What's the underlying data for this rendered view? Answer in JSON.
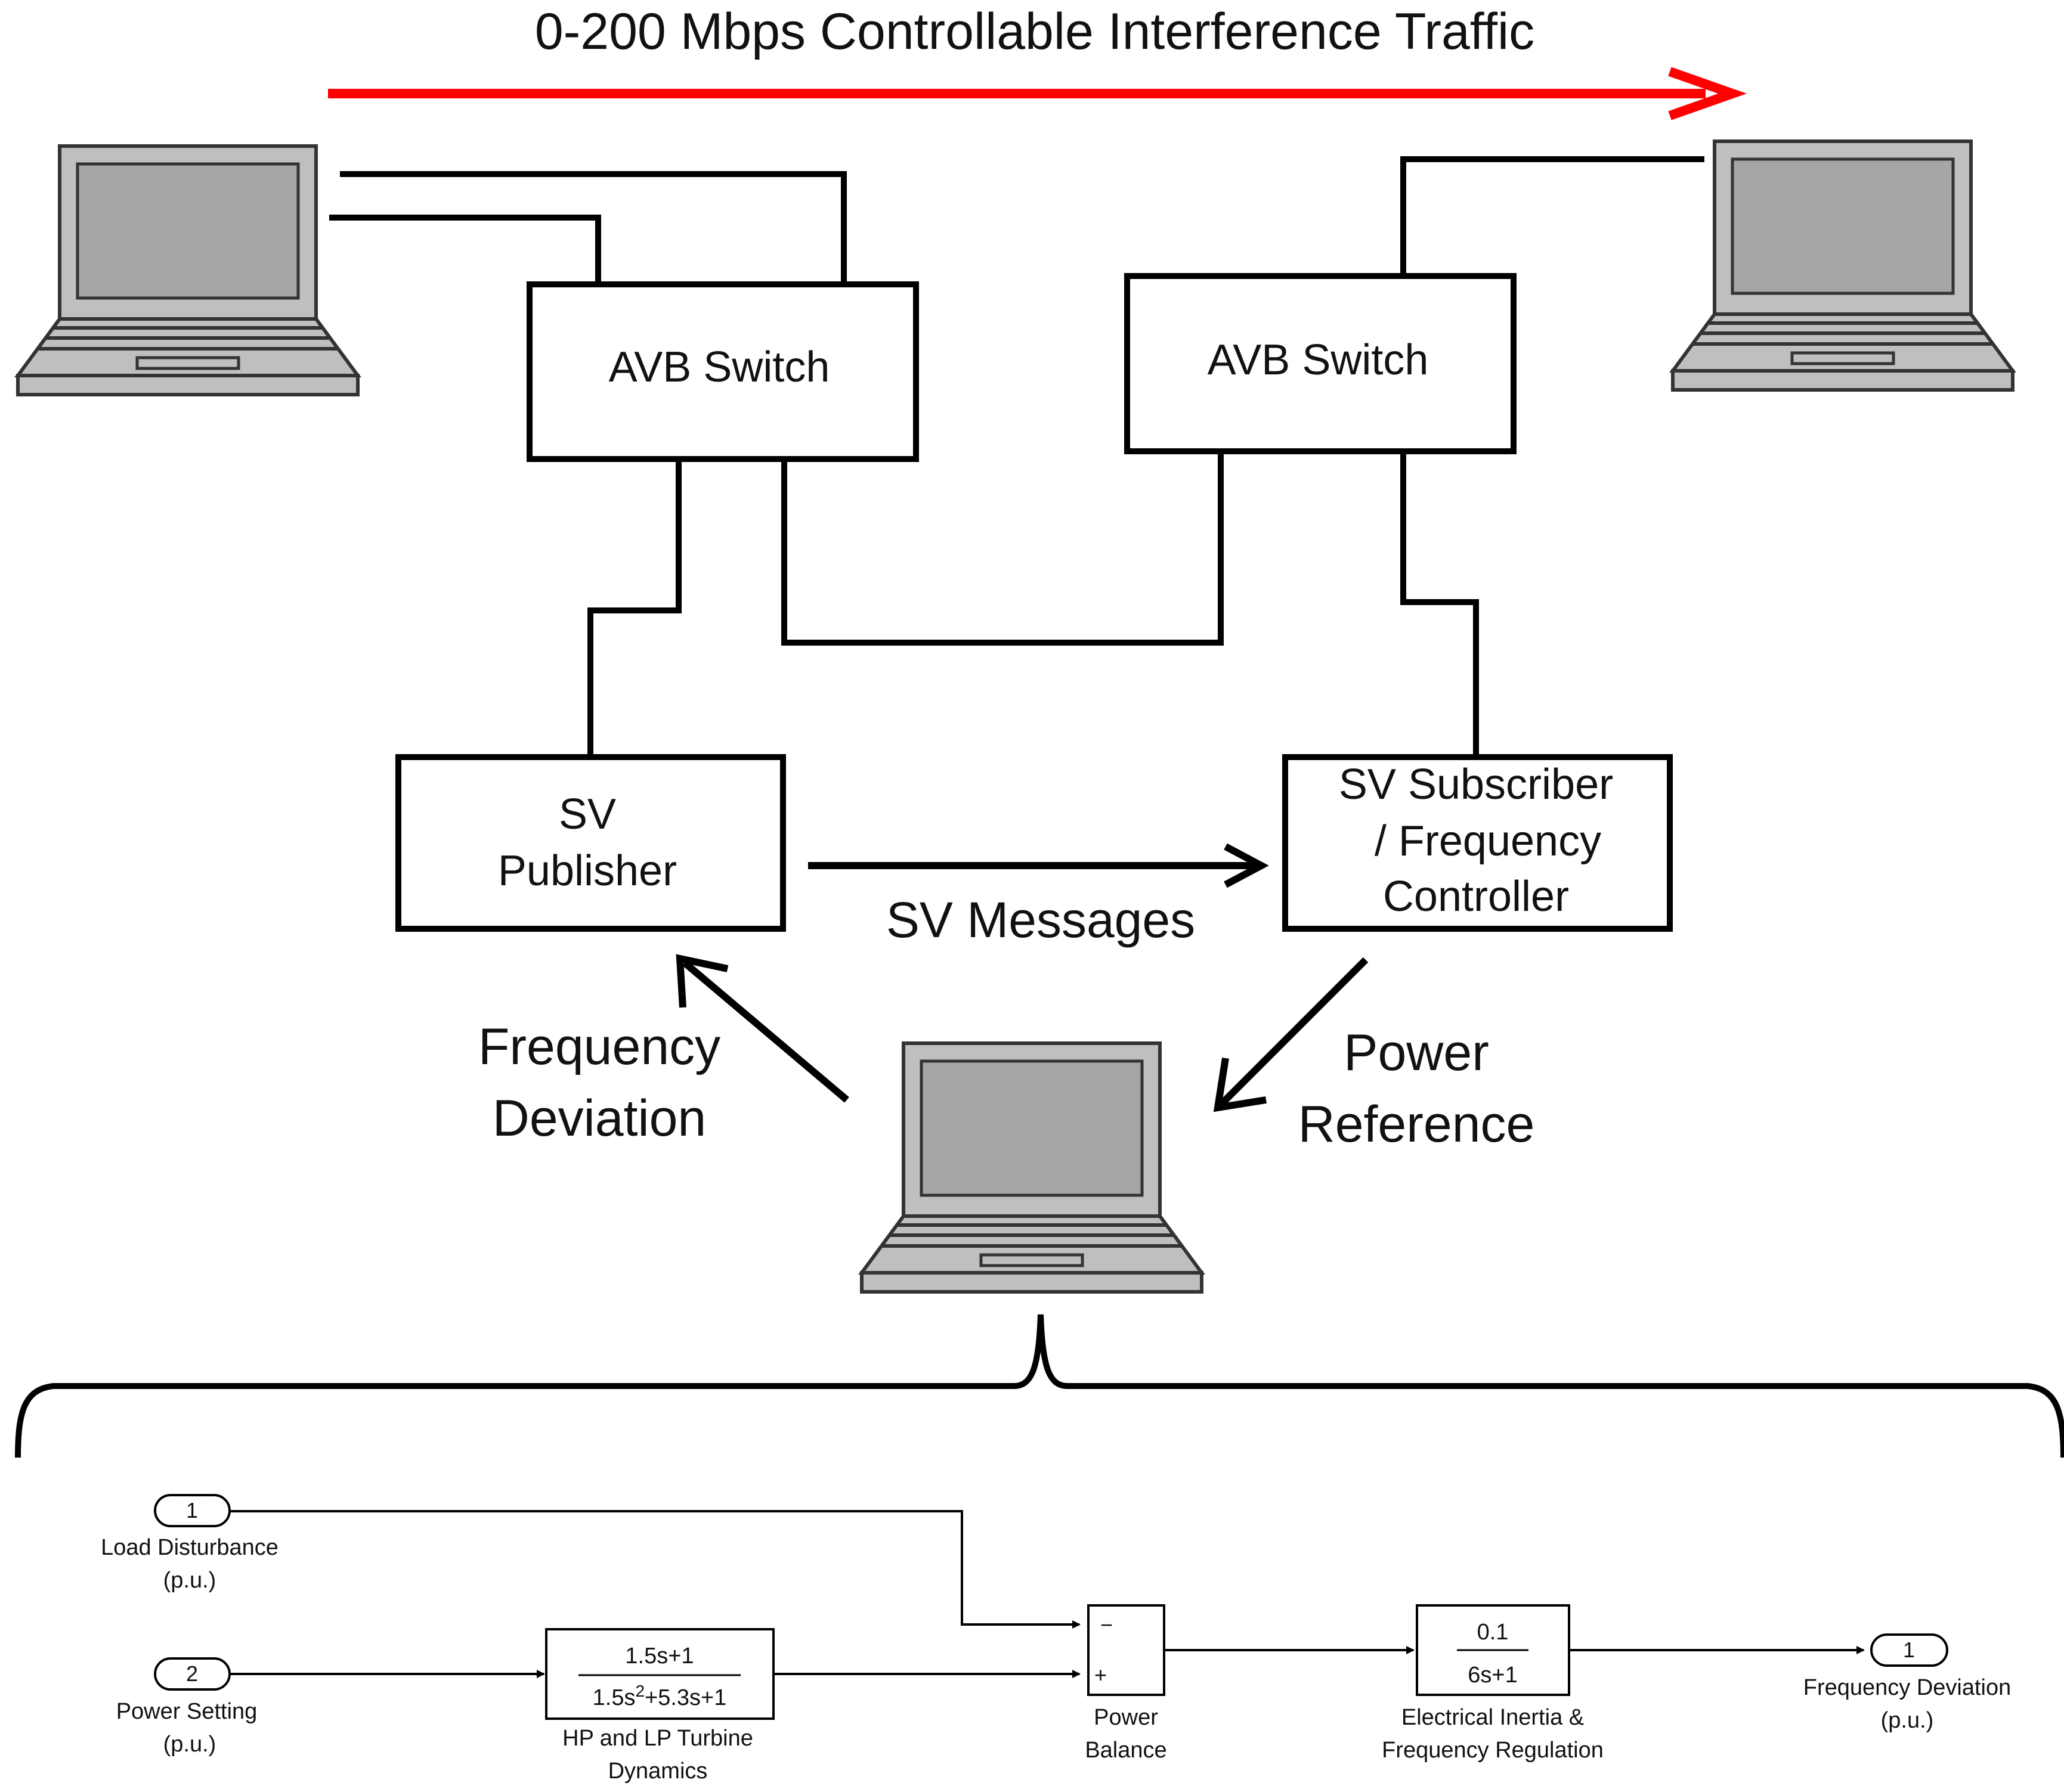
{
  "header": {
    "traffic_label": "0-200 Mbps Controllable Interference Traffic",
    "traffic_color": "#ff0000"
  },
  "nodes": {
    "switch_left": "AVB Switch",
    "switch_right": "AVB Switch",
    "publisher_line1": "SV",
    "publisher_line2": "Publisher",
    "subscriber_line1": "SV Subscriber",
    "subscriber_line2": "/ Frequency",
    "subscriber_line3": "Controller"
  },
  "edges": {
    "sv_messages": "SV Messages",
    "freq_dev_line1": "Frequency",
    "freq_dev_line2": "Deviation",
    "power_ref_line1": "Power",
    "power_ref_line2": "Reference"
  },
  "model": {
    "in1_num": "1",
    "in1_label1": "Load Disturbance",
    "in1_label2": "(p.u.)",
    "in2_num": "2",
    "in2_label1": "Power Setting",
    "in2_label2": "(p.u.)",
    "turbine_num": "1.5s+1",
    "turbine_den_a": "1.5s",
    "turbine_den_exp": "2",
    "turbine_den_b": "+5.3s+1",
    "turbine_label1": "HP and LP Turbine",
    "turbine_label2": "Dynamics",
    "sum_minus": "−",
    "sum_plus": "+",
    "sum_label1": "Power",
    "sum_label2": "Balance",
    "inertia_num": "0.1",
    "inertia_den": "6s+1",
    "inertia_label1": "Electrical Inertia &",
    "inertia_label2": "Frequency Regulation",
    "out1_num": "1",
    "out1_label1": "Frequency Deviation",
    "out1_label2": "(p.u.)"
  }
}
